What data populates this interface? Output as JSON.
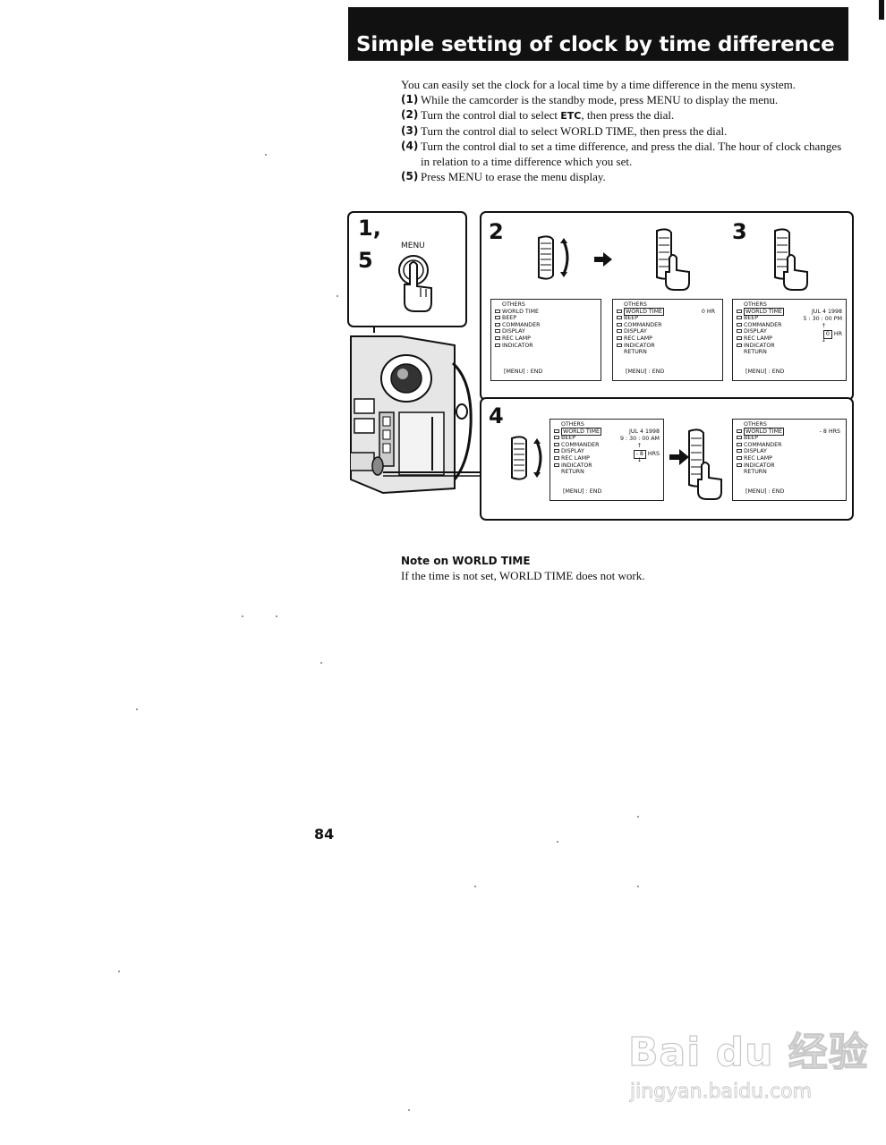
{
  "title": "Simple setting of clock by time difference",
  "intro": "You can easily set the clock for a local time by a time difference in the menu system.",
  "steps": [
    {
      "num": "(1)",
      "text": "While the camcorder is the standby mode, press MENU to display the menu."
    },
    {
      "num": "(2)",
      "pre": "Turn the control dial to select ",
      "etc": "ETC",
      "post": ", then press the dial."
    },
    {
      "num": "(3)",
      "text": "Turn the control dial to select WORLD TIME, then press the dial."
    },
    {
      "num": "(4)",
      "text": "Turn the control dial to set a time difference, and press the dial. The hour of clock changes in relation to a time difference which you set."
    },
    {
      "num": "(5)",
      "text": "Press MENU to erase the menu display."
    }
  ],
  "diagram": {
    "step_labels": {
      "p1_a": "1,",
      "p1_b": "5",
      "p2": "2",
      "p3": "3",
      "p4": "4"
    },
    "menu_button_label": "MENU",
    "menu": {
      "header": "OTHERS",
      "world_time": "WORLD TIME",
      "beep": "BEEP",
      "commander": "COMMANDER",
      "display": "DISPLAY",
      "rec_lamp": "REC LAMP",
      "indicator": "INDICATOR",
      "return": "RETURN",
      "end": "[MENU] : END"
    },
    "screen_b": {
      "value": "0 HR"
    },
    "screen_c": {
      "date": "JUL  4  1998",
      "time": "5 : 30 : 00 PM",
      "digit": "0",
      "unit": "HR"
    },
    "screen_d": {
      "date": "JUL  4  1998",
      "time": "9 : 30 : 00 AM",
      "digit": "- 8",
      "unit": "HRS"
    },
    "screen_e": {
      "value": "- 8  HRS"
    }
  },
  "note": {
    "title": "Note on WORLD TIME",
    "text": "If the time is not set, WORLD TIME does not work."
  },
  "page_number": "84",
  "watermark": {
    "main": "Bai du 经验",
    "url": "jingyan.baidu.com"
  }
}
